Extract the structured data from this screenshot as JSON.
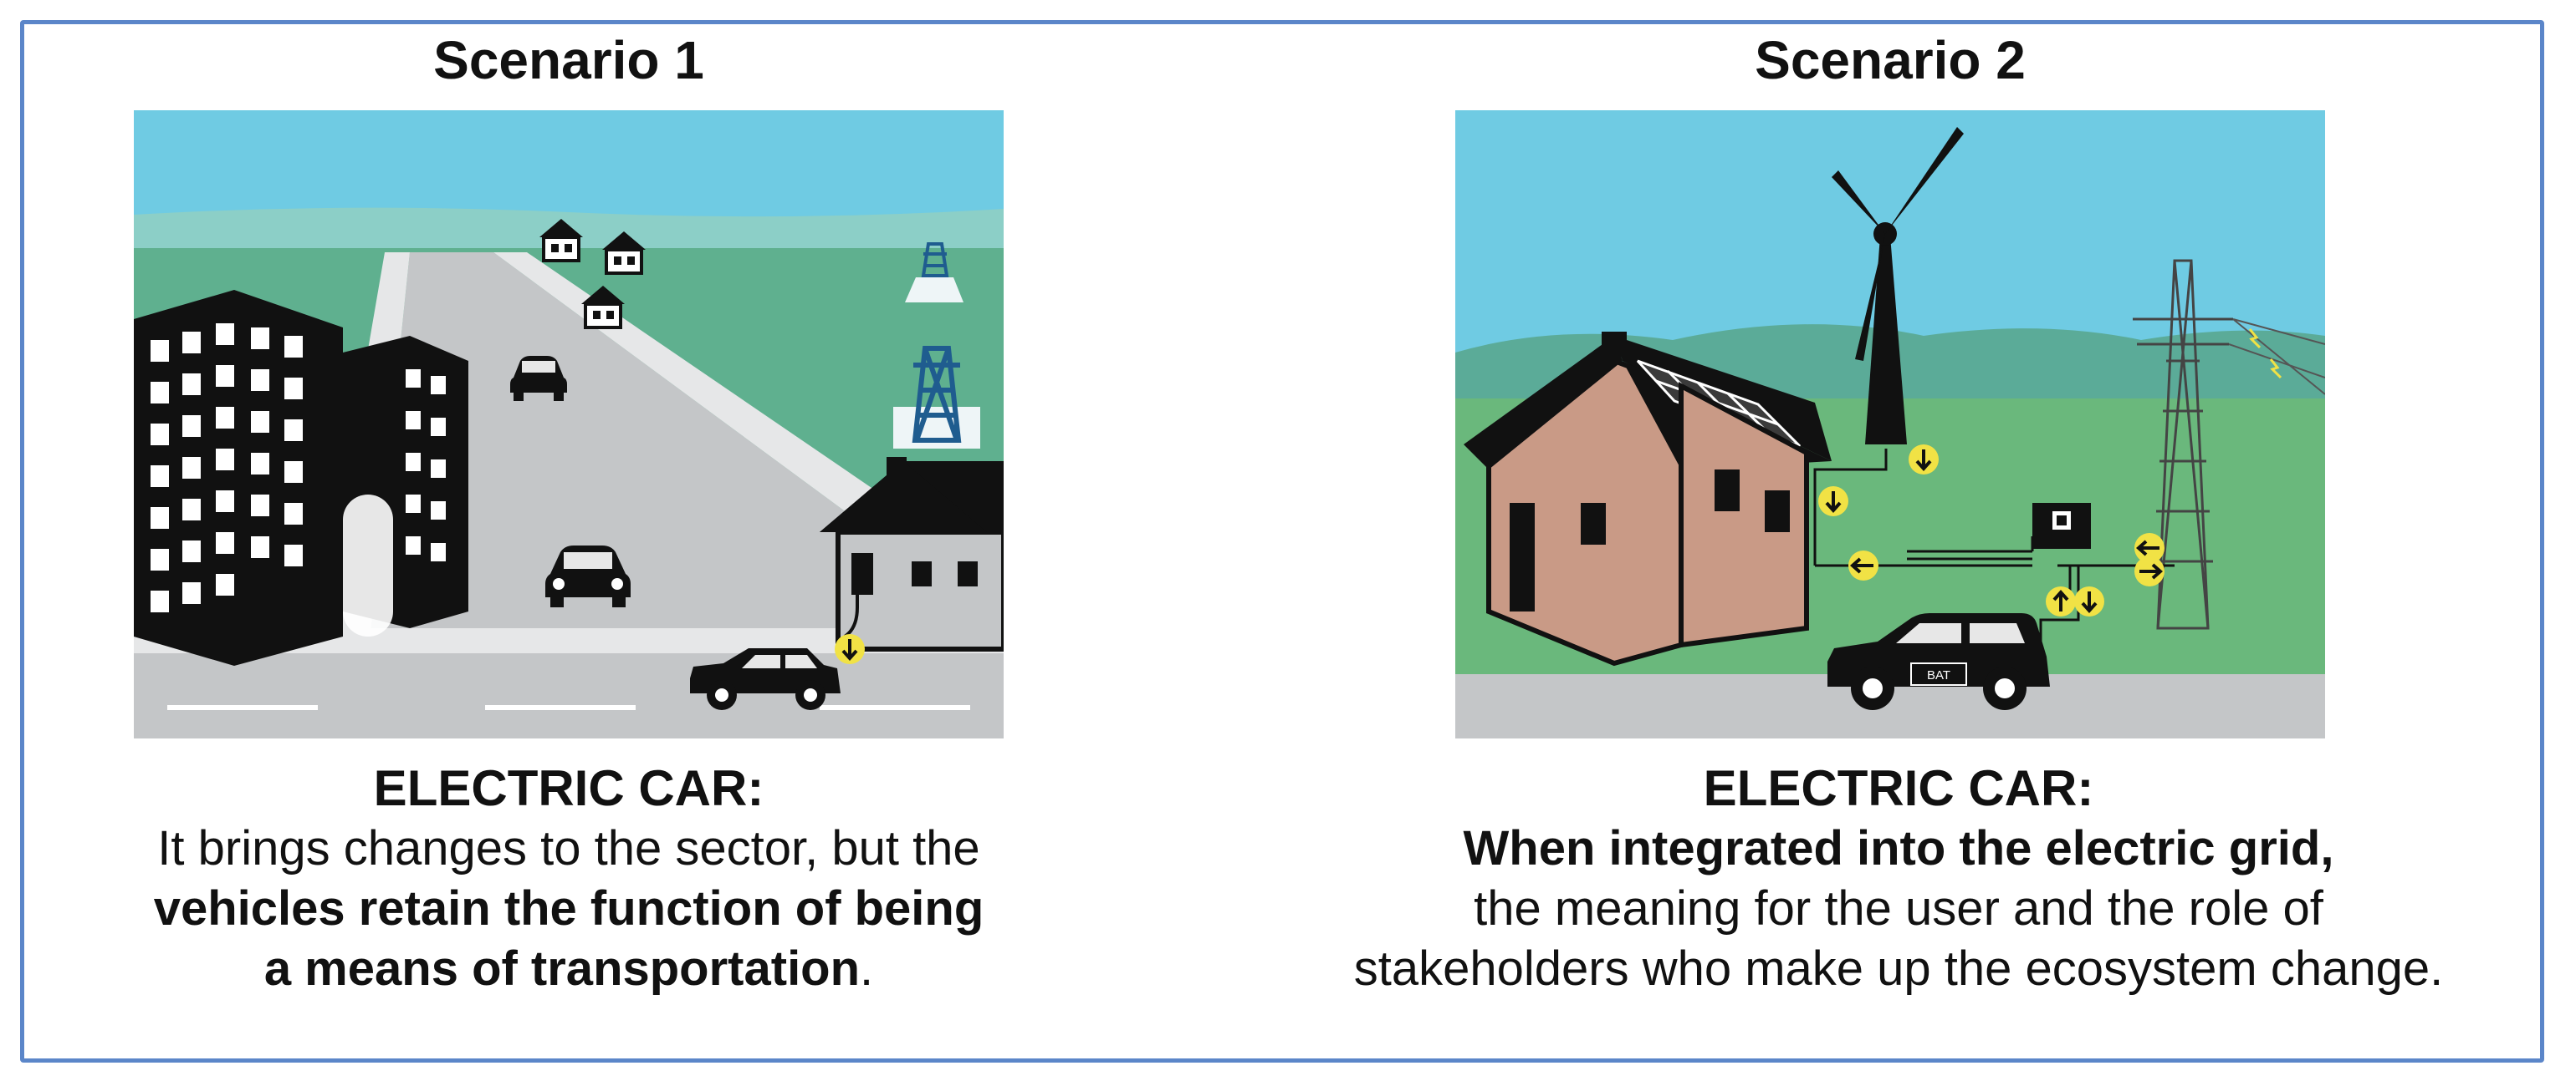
{
  "scenario1": {
    "title": "Scenario 1",
    "heading": "ELECTRIC CAR:",
    "line1": "It brings changes to the sector, but the",
    "line2_bold": "vehicles retain the function of being",
    "line3_bold": "a means of transportation",
    "line3_tail": "."
  },
  "scenario2": {
    "title": "Scenario 2",
    "heading": "ELECTRIC CAR:",
    "line1_bold": "When integrated into the electric grid,",
    "line2": "the meaning for the user and the role of",
    "line3": "stakeholders who make up the ecosystem change.",
    "battery_label": "BAT"
  },
  "colors": {
    "frame": "#5b86c9",
    "sky": "#6fcbe3",
    "hills": "#5bab98",
    "grass": "#6ab87c",
    "road": "#c4c6c8",
    "house_wall": "#c99a86",
    "badge": "#f1e245"
  }
}
